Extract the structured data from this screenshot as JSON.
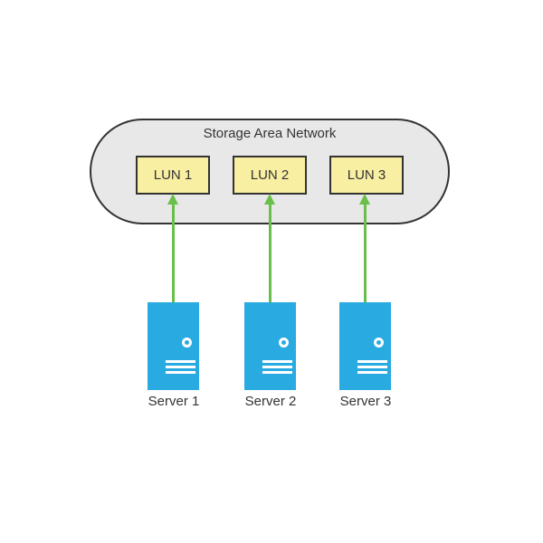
{
  "diagram": {
    "type": "storage-area-network-topology",
    "san": {
      "title": "Storage Area Network",
      "shape": "stadium",
      "fill": "#e8e8e8",
      "border": "#333333"
    },
    "luns": [
      {
        "label": "LUN 1"
      },
      {
        "label": "LUN 2"
      },
      {
        "label": "LUN 3"
      }
    ],
    "servers": [
      {
        "label": "Server 1"
      },
      {
        "label": "Server 2"
      },
      {
        "label": "Server 3"
      }
    ],
    "connections": [
      {
        "from": "Server 1",
        "to": "LUN 1",
        "direction": "up"
      },
      {
        "from": "Server 2",
        "to": "LUN 2",
        "direction": "up"
      },
      {
        "from": "Server 3",
        "to": "LUN 3",
        "direction": "up"
      }
    ],
    "colors": {
      "background": "#ffffff",
      "san_fill": "#e8e8e8",
      "san_border": "#333333",
      "lun_fill": "#f9efa2",
      "lun_border": "#333333",
      "server_fill": "#29abe2",
      "server_detail": "#ffffff",
      "arrow": "#6abf4b",
      "text": "#333333"
    }
  }
}
